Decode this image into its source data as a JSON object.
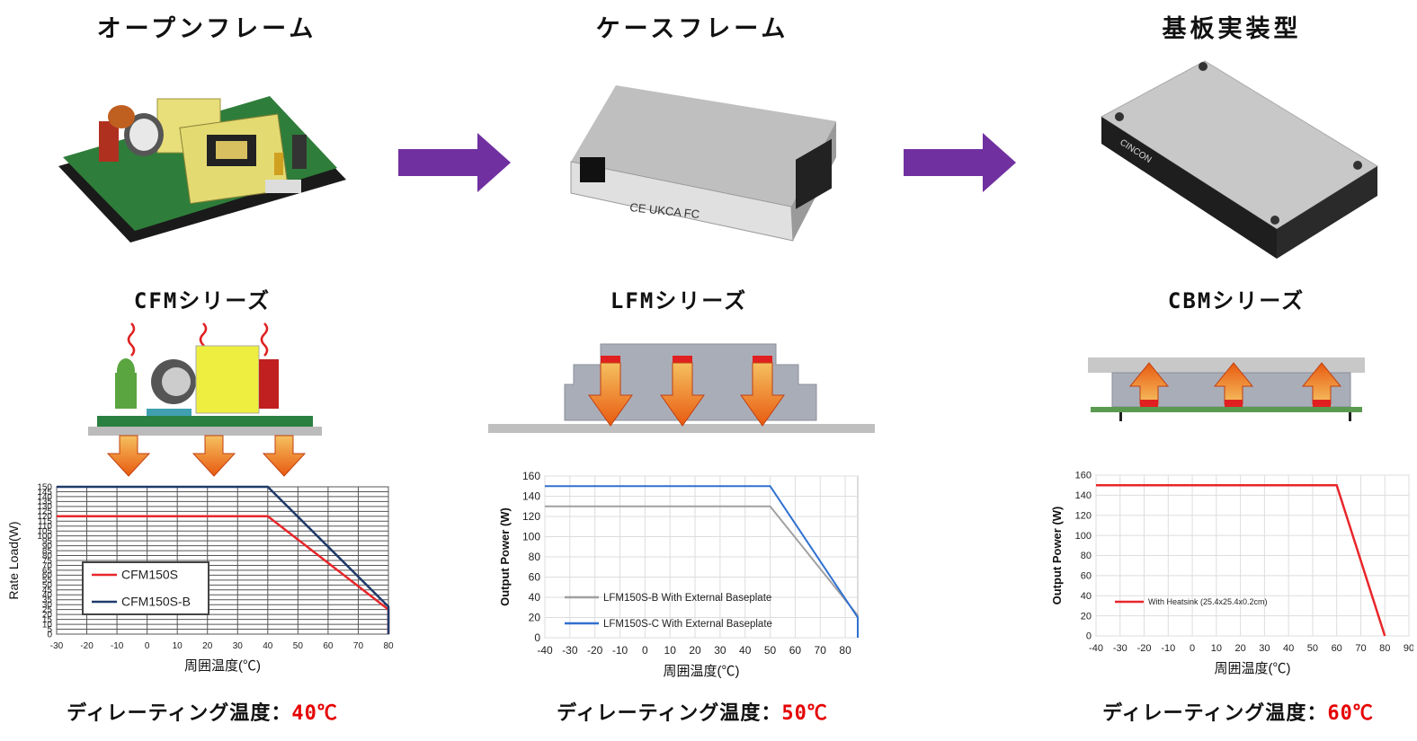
{
  "columns": [
    {
      "title": "オープンフレーム",
      "series": "CFMシリーズ",
      "derating_prefix": "ディレーティング温度：",
      "derating_value": "40℃"
    },
    {
      "title": "ケースフレーム",
      "series": "LFMシリーズ",
      "derating_prefix": "ディレーティング温度：",
      "derating_value": "50℃"
    },
    {
      "title": "基板実装型",
      "series": "CBMシリーズ",
      "derating_prefix": "ディレーティング温度：",
      "derating_value": "60℃"
    }
  ],
  "photo_marks": {
    "case_frame_text": "CE UKCA FC",
    "board_mount_brand": "CINCON"
  },
  "colors": {
    "arrow": "#7030a0",
    "derating_value": "#e60000",
    "heat_arrow": "#f07020"
  },
  "chart_data": [
    {
      "type": "line",
      "xlabel": "周囲温度(℃)",
      "ylabel": "Rate Load(W)",
      "x_ticks": [
        -30,
        -20,
        -10,
        0,
        10,
        20,
        30,
        40,
        50,
        60,
        70,
        80
      ],
      "y_ticks": [
        0,
        5,
        10,
        15,
        20,
        25,
        30,
        35,
        40,
        45,
        50,
        55,
        60,
        65,
        70,
        75,
        80,
        85,
        90,
        95,
        100,
        105,
        110,
        115,
        120,
        125,
        130,
        135,
        140,
        145,
        150
      ],
      "xlim": [
        -30,
        80
      ],
      "ylim": [
        0,
        150
      ],
      "legend": "inside-left",
      "series": [
        {
          "name": "CFM150S",
          "color": "#e8262a",
          "points": [
            [
              -30,
              120
            ],
            [
              40,
              120
            ],
            [
              80,
              25
            ],
            [
              80,
              0
            ]
          ]
        },
        {
          "name": "CFM150S-B",
          "color": "#1f3a6a",
          "points": [
            [
              -30,
              150
            ],
            [
              40,
              150
            ],
            [
              80,
              28
            ],
            [
              80,
              0
            ]
          ]
        }
      ]
    },
    {
      "type": "line",
      "xlabel": "周囲温度(℃)",
      "ylabel": "Output Power (W)",
      "x_ticks": [
        -40,
        -30,
        -20,
        -10,
        0,
        10,
        20,
        30,
        40,
        50,
        60,
        70,
        80
      ],
      "y_ticks": [
        0,
        20,
        40,
        60,
        80,
        100,
        120,
        140,
        160
      ],
      "xlim": [
        -40,
        85
      ],
      "ylim": [
        0,
        160
      ],
      "legend": "bottom-left",
      "series": [
        {
          "name": "LFM150S-B With External Baseplate",
          "color": "#a0a0a0",
          "points": [
            [
              -40,
              130
            ],
            [
              50,
              130
            ],
            [
              85,
              22
            ],
            [
              85,
              0
            ]
          ]
        },
        {
          "name": "LFM150S-C With External Baseplate",
          "color": "#3070d0",
          "points": [
            [
              -40,
              150
            ],
            [
              50,
              150
            ],
            [
              85,
              20
            ],
            [
              85,
              0
            ]
          ]
        }
      ]
    },
    {
      "type": "line",
      "xlabel": "周囲温度(℃)",
      "ylabel": "Output Power (W)",
      "x_ticks": [
        -40,
        -30,
        -20,
        -10,
        0,
        10,
        20,
        30,
        40,
        50,
        60,
        70,
        80,
        90
      ],
      "y_ticks": [
        0,
        20,
        40,
        60,
        80,
        100,
        120,
        140,
        160
      ],
      "xlim": [
        -40,
        90
      ],
      "ylim": [
        0,
        160
      ],
      "legend": "left",
      "series": [
        {
          "name": "With Heatsink (25.4x25.4x0.2cm)",
          "color": "#e8262a",
          "points": [
            [
              -40,
              150
            ],
            [
              60,
              150
            ],
            [
              80,
              0
            ]
          ]
        }
      ]
    }
  ]
}
